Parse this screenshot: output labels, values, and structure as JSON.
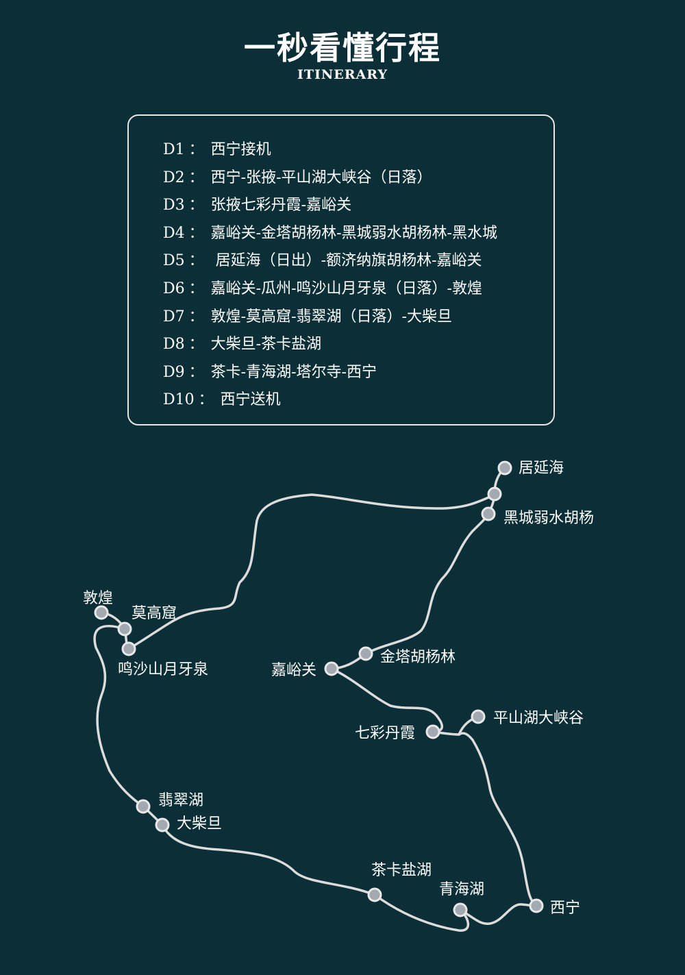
{
  "header": {
    "title": "一秒看懂行程",
    "subtitle": "ITINERARY"
  },
  "itinerary": [
    {
      "day": "D1",
      "sep": "：",
      "route": "西宁接机"
    },
    {
      "day": "D2",
      "sep": "：",
      "route": "西宁-张掖-平山湖大峡谷（日落）"
    },
    {
      "day": "D3",
      "sep": "：",
      "route": "张掖七彩丹霞-嘉峪关"
    },
    {
      "day": "D4",
      "sep": "：",
      "route": "嘉峪关-金塔胡杨林-黑城弱水胡杨林-黑水城"
    },
    {
      "day": "D5",
      "sep": "：",
      "route": " 居延海（日出）-额济纳旗胡杨林-嘉峪关"
    },
    {
      "day": "D6",
      "sep": "：",
      "route": "嘉峪关-瓜州-鸣沙山月牙泉（日落）-敦煌"
    },
    {
      "day": "D7",
      "sep": "：",
      "route": "敦煌-莫高窟-翡翠湖（日落）-大柴旦"
    },
    {
      "day": "D8",
      "sep": "：",
      "route": "大柴旦-茶卡盐湖"
    },
    {
      "day": "D9",
      "sep": "：",
      "route": "茶卡-青海湖-塔尔寺-西宁"
    },
    {
      "day": "D10",
      "sep": "：",
      "route": "西宁送机"
    }
  ],
  "map": {
    "cities": {
      "juyanhai": "居延海",
      "heicheng": "黑城弱水胡杨",
      "dunhuang": "敦煌",
      "mogaoku": "莫高窟",
      "mingshashan": "鸣沙山月牙泉",
      "jiayuguan": "嘉峪关",
      "jinta": "金塔胡杨林",
      "qicai": "七彩丹霞",
      "pingshanhu": "平山湖大峡谷",
      "feicuihu": "翡翠湖",
      "dachaidan": "大柴旦",
      "chaka": "茶卡盐湖",
      "qinghaihu": "青海湖",
      "xining": "西宁"
    },
    "colors": {
      "background": "#0c2f37",
      "route_line": "#dcdcdc",
      "node_fill": "#a3a9b1",
      "node_stroke": "#e8e8e8"
    }
  }
}
